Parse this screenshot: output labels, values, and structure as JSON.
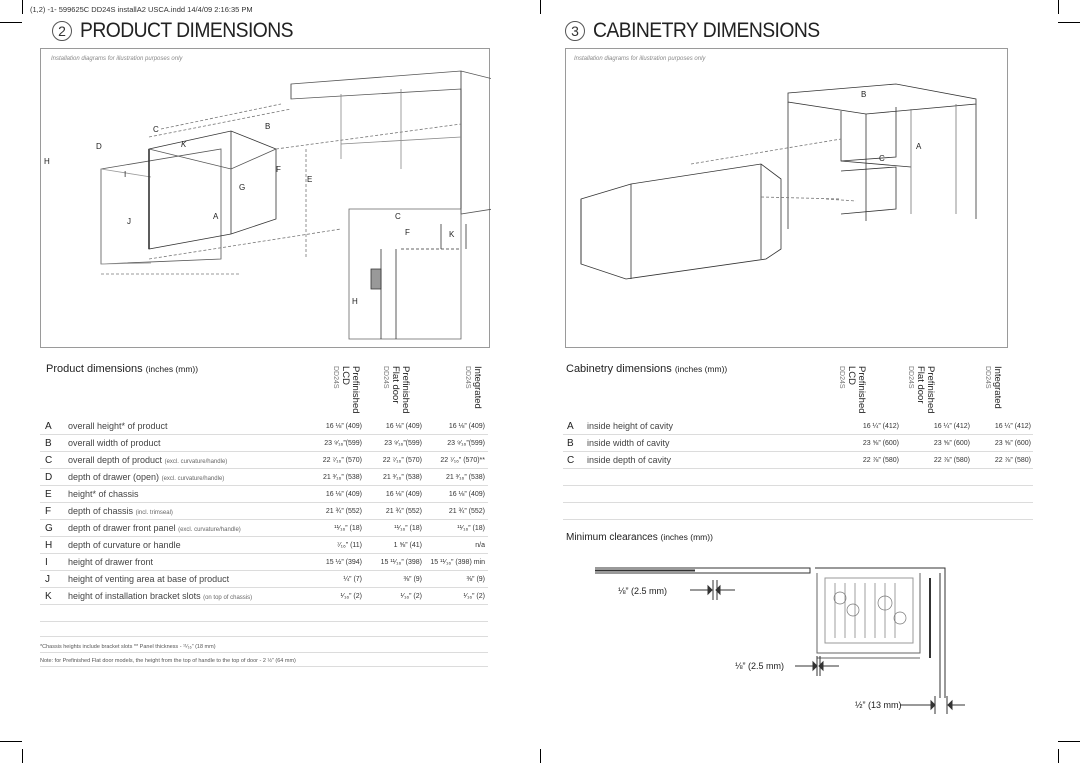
{
  "doc": {
    "print_header": "(1,2) -1- 599625C DD24S installA2 USCA.indd 14/4/09 2:16:35 PM"
  },
  "section2": {
    "number": "2",
    "title": "PRODUCT DIMENSIONS",
    "note": "Installation diagrams for illustration purposes only",
    "diagram_labels": [
      "C",
      "B",
      "D",
      "K",
      "H",
      "I",
      "F",
      "G",
      "E",
      "A",
      "J",
      "C",
      "F",
      "K",
      "H"
    ],
    "table_title": "Product dimensions",
    "table_units": "(inches (mm))",
    "columns": [
      {
        "line1": "Prefinished",
        "line2": "LCD",
        "model": "DD24S"
      },
      {
        "line1": "Prefinished",
        "line2": "Flat door",
        "model": "DD24S"
      },
      {
        "line1": "Integrated",
        "line2": "",
        "model": "DD24S"
      }
    ],
    "rows": [
      {
        "letter": "A",
        "label": "overall height* of product",
        "note": "",
        "v1": "16 ⅛” (409)",
        "v2": "16 ⅛” (409)",
        "v3": "16 ⅛” (409)"
      },
      {
        "letter": "B",
        "label": "overall width of product",
        "note": "",
        "v1": "23 ⁹⁄₁₆”(599)",
        "v2": "23 ⁹⁄₁₆”(599)",
        "v3": "23 ⁹⁄₁₆”(599)"
      },
      {
        "letter": "C",
        "label": "overall depth of product",
        "note": "(excl. curvature/handle)",
        "v1": "22 ⁷⁄₁₆” (570)",
        "v2": "22 ⁷⁄₁₆” (570)",
        "v3": "22 ⁷⁄₁₆” (570)**"
      },
      {
        "letter": "D",
        "label": "depth of drawer (open)",
        "note": "(excl. curvature/handle)",
        "v1": "21 ³⁄₁₆” (538)",
        "v2": "21 ³⁄₁₆” (538)",
        "v3": "21 ³⁄₁₆” (538)"
      },
      {
        "letter": "E",
        "label": "height* of chassis",
        "note": "",
        "v1": "16 ⅛” (409)",
        "v2": "16 ⅛” (409)",
        "v3": "16 ⅛” (409)"
      },
      {
        "letter": "F",
        "label": "depth of chassis",
        "note": "(incl. trimseal)",
        "v1": "21 ¾” (552)",
        "v2": "21 ¾” (552)",
        "v3": "21 ¾” (552)"
      },
      {
        "letter": "G",
        "label": "depth of drawer front panel",
        "note": "(excl. curvature/handle)",
        "v1": "¹¹⁄₁₆” (18)",
        "v2": "¹¹⁄₁₆” (18)",
        "v3": "¹¹⁄₁₆” (18)"
      },
      {
        "letter": "H",
        "label": "depth of curvature or handle",
        "note": "",
        "v1": "⁷⁄₁₆” (11)",
        "v2": "1 ⅝” (41)",
        "v3": "n/a"
      },
      {
        "letter": "I",
        "label": "height of drawer front",
        "note": "",
        "v1": "15 ½” (394)",
        "v2": "15 ¹¹⁄₁₆” (398)",
        "v3": "15 ¹¹⁄₁₆” (398) min"
      },
      {
        "letter": "J",
        "label": "height of venting area at base of product",
        "note": "",
        "v1": "¼” (7)",
        "v2": "⅜” (9)",
        "v3": "⅜” (9)"
      },
      {
        "letter": "K",
        "label": "height of installation bracket slots",
        "note": "(on top of chassis)",
        "v1": "¹⁄₁₆” (2)",
        "v2": "¹⁄₁₆” (2)",
        "v3": "¹⁄₁₆” (2)"
      }
    ],
    "footnote1": "*Chassis heights include bracket slots  ** Panel thickness - ¹¹⁄₁₆” (18 mm)",
    "footnote2": "Note: for Prefinished Flat door models, the height from the top of handle to the top of door - 2 ½” (64 mm)"
  },
  "section3": {
    "number": "3",
    "title": "CABINETRY DIMENSIONS",
    "note": "Installation diagrams for illustration purposes only",
    "diagram_labels": [
      "B",
      "A",
      "C"
    ],
    "table_title": "Cabinetry dimensions",
    "table_units": "(inches (mm))",
    "columns": [
      {
        "line1": "Prefinished",
        "line2": "LCD",
        "model": "DD24S"
      },
      {
        "line1": "Prefinished",
        "line2": "Flat door",
        "model": "DD24S"
      },
      {
        "line1": "Integrated",
        "line2": "",
        "model": "DD24S"
      }
    ],
    "rows": [
      {
        "letter": "A",
        "label": "inside height of cavity",
        "v1": "16 ¼” (412)",
        "v2": "16 ¼” (412)",
        "v3": "16 ¼” (412)"
      },
      {
        "letter": "B",
        "label": "inside width of cavity",
        "v1": "23 ⅝” (600)",
        "v2": "23 ⅝” (600)",
        "v3": "23 ⅝” (600)"
      },
      {
        "letter": "C",
        "label": "inside depth of cavity",
        "v1": "22 ⅞” (580)",
        "v2": "22 ⅞” (580)",
        "v3": "22 ⅞” (580)"
      }
    ],
    "clearance_title": "Minimum clearances",
    "clearance_units": "(inches (mm))",
    "clearances": [
      "⅛” (2.5 mm)",
      "⅛” (2.5 mm)",
      "½” (13 mm)"
    ]
  }
}
